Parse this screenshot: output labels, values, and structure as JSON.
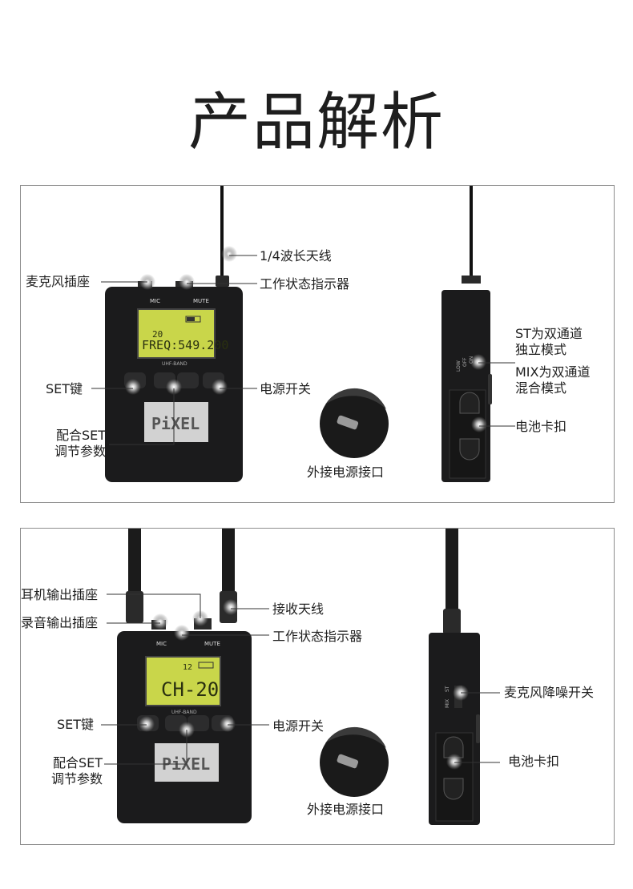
{
  "title": "产品解析",
  "transmitter": {
    "antenna_label": "1/4波长天线",
    "mic_jack_label": "麦克风插座",
    "status_led_label": "工作状态指示器",
    "set_key_label": "SET键",
    "power_switch_label": "电源开关",
    "combo_set_line1": "配合SET",
    "combo_set_line2": "调节参数",
    "mode_st_line1": "ST为双通道",
    "mode_st_line2": "独立模式",
    "mode_mix_line1": "MIX为双通道",
    "mode_mix_line2": "混合模式",
    "battery_clip_label": "电池卡扣",
    "usb_port_label": "外接电源接口",
    "device": {
      "top_left_port": "MIC",
      "top_right_port": "MUTE",
      "lcd_line1": "20",
      "lcd_line2": "FREQ:549.200",
      "band_label": "UHF-BAND",
      "logo": "PiXEL",
      "side_switch_labels": [
        "LOW",
        "OFF",
        "ON"
      ]
    }
  },
  "receiver": {
    "headphone_out_label": "耳机输出插座",
    "record_out_label": "录音输出插座",
    "rx_antenna_label": "接收天线",
    "status_led_label": "工作状态指示器",
    "set_key_label": "SET键",
    "power_switch_label": "电源开关",
    "combo_set_line1": "配合SET",
    "combo_set_line2": "调节参数",
    "noise_switch_label": "麦克风降噪开关",
    "battery_clip_label": "电池卡扣",
    "usb_port_label": "外接电源接口",
    "device": {
      "top_left_port": "MIC",
      "top_right_port": "MUTE",
      "lcd_line1": "12",
      "lcd_line2": "CH-20",
      "band_label": "UHF-BAND",
      "logo": "PiXEL",
      "side_switch_labels": [
        "MIX",
        "ST"
      ]
    }
  },
  "colors": {
    "lcd": "#c9d64a",
    "device_body": "#1b1b1c",
    "border": "#8d8d8d"
  }
}
